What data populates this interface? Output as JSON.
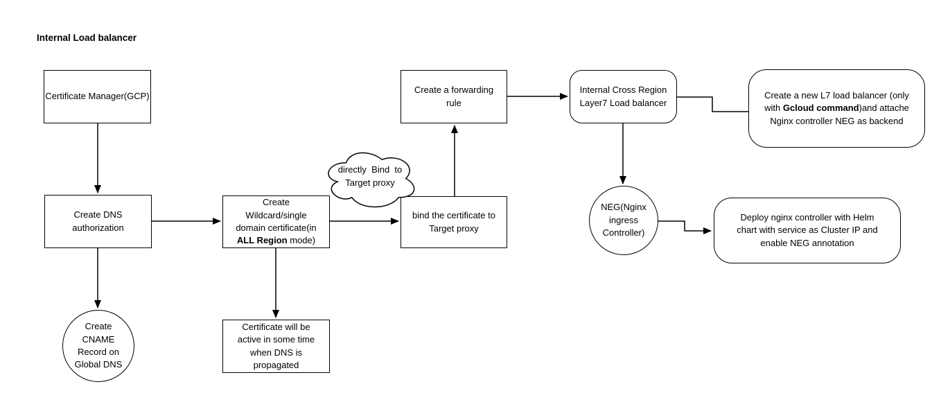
{
  "title": "Internal Load balancer",
  "colors": {
    "stroke": "#000000",
    "background": "#ffffff",
    "text": "#000000"
  },
  "nodes": {
    "cert_manager": {
      "shape": "rectangle",
      "label": "Certificate Manager(GCP)"
    },
    "dns_auth": {
      "shape": "rectangle",
      "label": "Create DNS authorization"
    },
    "cname_record": {
      "shape": "circle",
      "label": "Create CNAME Record on Global DNS"
    },
    "wildcard_cert": {
      "shape": "rectangle",
      "pre": "Create Wildcard/single domain certificate(in ",
      "bold": "ALL Region",
      "post": " mode)"
    },
    "cert_active": {
      "shape": "rectangle",
      "label": "Certificate will be active in some time when DNS is propagated"
    },
    "cloud_note": {
      "shape": "cloud",
      "line1": "directly  Bind  to",
      "line2": "Target proxy"
    },
    "bind_cert": {
      "shape": "rectangle",
      "label": "bind the certificate to Target proxy"
    },
    "forwarding_rule": {
      "shape": "rectangle",
      "label": "Create a forwarding rule"
    },
    "internal_lb": {
      "shape": "rounded-rectangle",
      "label": "Internal Cross Region Layer7 Load balancer"
    },
    "l7_lb": {
      "shape": "rounded-rectangle",
      "pre": "Create a new L7 load balancer (only with ",
      "bold": "Gcloud command",
      "post": ")and attache Nginx controller NEG as backend"
    },
    "neg": {
      "shape": "circle",
      "label": "NEG(Nginx ingress Controller)"
    },
    "deploy_nginx": {
      "shape": "rounded-rectangle",
      "label": "Deploy nginx controller with Helm chart with service as Cluster IP and enable NEG annotation"
    }
  },
  "edges": [
    {
      "from": "cert_manager",
      "to": "dns_auth",
      "arrowhead": true
    },
    {
      "from": "dns_auth",
      "to": "cname_record",
      "arrowhead": true
    },
    {
      "from": "dns_auth",
      "to": "wildcard_cert",
      "arrowhead": true
    },
    {
      "from": "wildcard_cert",
      "to": "cert_active",
      "arrowhead": true
    },
    {
      "from": "wildcard_cert",
      "to": "bind_cert",
      "arrowhead": true,
      "annotation": "cloud_note"
    },
    {
      "from": "bind_cert",
      "to": "forwarding_rule",
      "arrowhead": true
    },
    {
      "from": "forwarding_rule",
      "to": "internal_lb",
      "arrowhead": true
    },
    {
      "from": "internal_lb",
      "to": "l7_lb",
      "arrowhead": false
    },
    {
      "from": "internal_lb",
      "to": "neg",
      "arrowhead": true
    },
    {
      "from": "neg",
      "to": "deploy_nginx",
      "arrowhead": true
    }
  ]
}
